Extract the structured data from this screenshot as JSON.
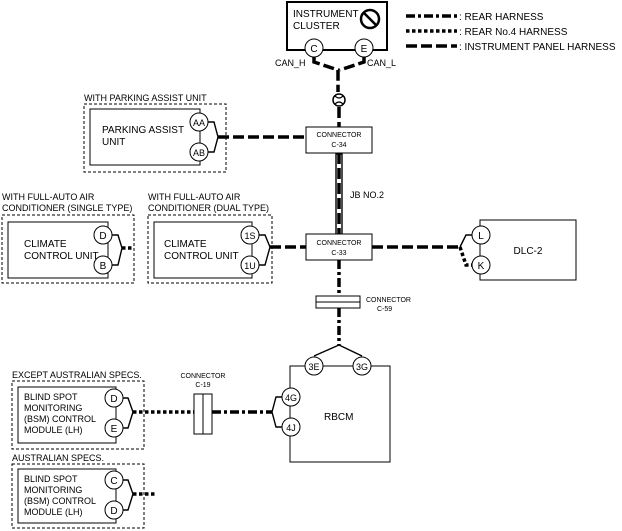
{
  "legend": {
    "rear_harness": ": REAR HARNESS",
    "rear_no4_harness": ": REAR No.4 HARNESS",
    "instrument_panel_harness": ": INSTRUMENT PANEL HARNESS"
  },
  "instrument_cluster": {
    "line1": "INSTRUMENT",
    "line2": "CLUSTER",
    "pin_c": "C",
    "pin_e": "E",
    "can_h": "CAN_H",
    "can_l": "CAN_L"
  },
  "parking_assist": {
    "group_label": "WITH PARKING ASSIST UNIT",
    "line1": "PARKING ASSIST",
    "line2": "UNIT",
    "pin_aa": "AA",
    "pin_ab": "AB"
  },
  "connector_c34": {
    "line1": "CONNECTOR",
    "line2": "C-34"
  },
  "jb_label": "JB NO.2",
  "connector_c33": {
    "line1": "CONNECTOR",
    "line2": "C-33"
  },
  "connector_c59": {
    "line1": "CONNECTOR",
    "line2": "C-59"
  },
  "connector_c19": {
    "line1": "CONNECTOR",
    "line2": "C-19"
  },
  "climate_single": {
    "group_line1": "WITH FULL-AUTO AIR",
    "group_line2": "CONDITIONER (SINGLE TYPE)",
    "line1": "CLIMATE",
    "line2": "CONTROL UNIT",
    "pin_d": "D",
    "pin_b": "B"
  },
  "climate_dual": {
    "group_line1": "WITH FULL-AUTO AIR",
    "group_line2": "CONDITIONER (DUAL TYPE)",
    "line1": "CLIMATE",
    "line2": "CONTROL UNIT",
    "pin_1s": "1S",
    "pin_1u": "1U"
  },
  "dlc": {
    "label": "DLC-2",
    "pin_l": "L",
    "pin_k": "K"
  },
  "rbcm": {
    "label": "RBCM",
    "pin_3e": "3E",
    "pin_3g": "3G",
    "pin_4g": "4G",
    "pin_4j": "4J"
  },
  "bsm_except_au": {
    "group_label": "EXCEPT AUSTRALIAN SPECS.",
    "line1": "BLIND SPOT",
    "line2": "MONITORING",
    "line3": "(BSM) CONTROL",
    "line4": "MODULE (LH)",
    "pin_d": "D",
    "pin_e": "E"
  },
  "bsm_au": {
    "group_label": "AUSTRALIAN SPECS.",
    "line1": "BLIND SPOT",
    "line2": "MONITORING",
    "line3": "(BSM) CONTROL",
    "line4": "MODULE (LH)",
    "pin_c": "C",
    "pin_d": "D"
  },
  "icons": [
    "no-symbol-icon",
    "twisted-pair-icon"
  ]
}
